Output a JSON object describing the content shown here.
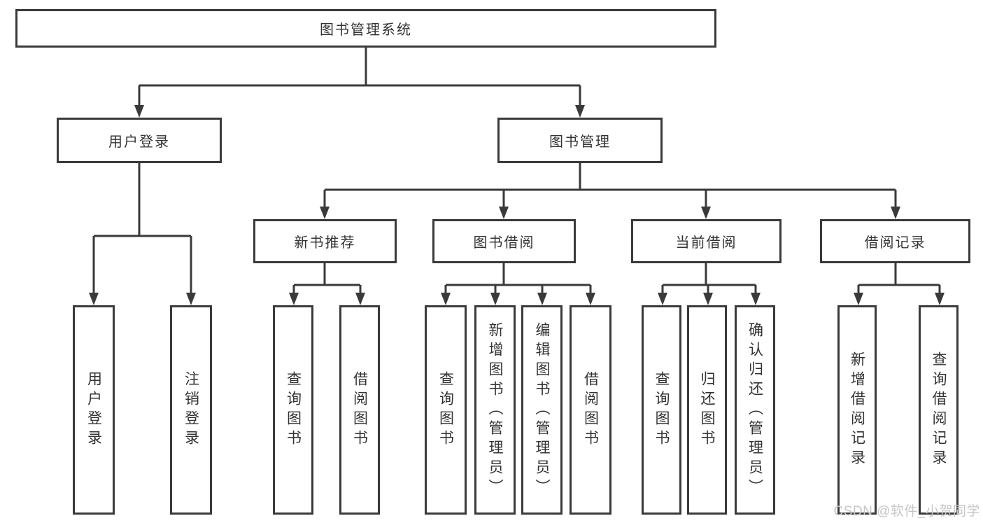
{
  "diagram_title": "图书管理系统",
  "colors": {
    "line": "#3a3a3a",
    "box_border": "#3a3a3a",
    "text": "#333333",
    "watermark": "#c6c6c6",
    "background": "#ffffff"
  },
  "nodes": {
    "root": {
      "label": "图书管理系统"
    },
    "user_login": {
      "label": "用户登录"
    },
    "book_mgmt": {
      "label": "图书管理"
    },
    "new_book_rec": {
      "label": "新书推荐"
    },
    "book_borrow": {
      "label": "图书借阅"
    },
    "current_borrow": {
      "label": "当前借阅"
    },
    "borrow_records": {
      "label": "借阅记录"
    },
    "leaves": [
      {
        "label": "用户登录"
      },
      {
        "label": "注销登录"
      },
      {
        "label": "查询图书"
      },
      {
        "label": "借阅图书"
      },
      {
        "label": "查询图书"
      },
      {
        "label": "新增图书（管理员）"
      },
      {
        "label": "编辑图书（管理员）"
      },
      {
        "label": "借阅图书"
      },
      {
        "label": "查询图书"
      },
      {
        "label": "归还图书"
      },
      {
        "label": "确认归还（管理员）"
      },
      {
        "label": "新增借阅记录"
      },
      {
        "label": "查询借阅记录"
      }
    ]
  },
  "edges": [
    {
      "from": "图书管理系统",
      "to": "用户登录"
    },
    {
      "from": "图书管理系统",
      "to": "图书管理"
    },
    {
      "from": "用户登录",
      "to": "用户登录"
    },
    {
      "from": "用户登录",
      "to": "注销登录"
    },
    {
      "from": "图书管理",
      "to": "新书推荐"
    },
    {
      "from": "图书管理",
      "to": "图书借阅"
    },
    {
      "from": "图书管理",
      "to": "当前借阅"
    },
    {
      "from": "图书管理",
      "to": "借阅记录"
    },
    {
      "from": "新书推荐",
      "to": "查询图书"
    },
    {
      "from": "新书推荐",
      "to": "借阅图书"
    },
    {
      "from": "图书借阅",
      "to": "查询图书"
    },
    {
      "from": "图书借阅",
      "to": "新增图书（管理员）"
    },
    {
      "from": "图书借阅",
      "to": "编辑图书（管理员）"
    },
    {
      "from": "图书借阅",
      "to": "借阅图书"
    },
    {
      "from": "当前借阅",
      "to": "查询图书"
    },
    {
      "from": "当前借阅",
      "to": "归还图书"
    },
    {
      "from": "当前借阅",
      "to": "确认归还（管理员）"
    },
    {
      "from": "借阅记录",
      "to": "新增借阅记录"
    },
    {
      "from": "借阅记录",
      "to": "查询借阅记录"
    }
  ],
  "watermark": "CSDN @软件_小贺同学"
}
